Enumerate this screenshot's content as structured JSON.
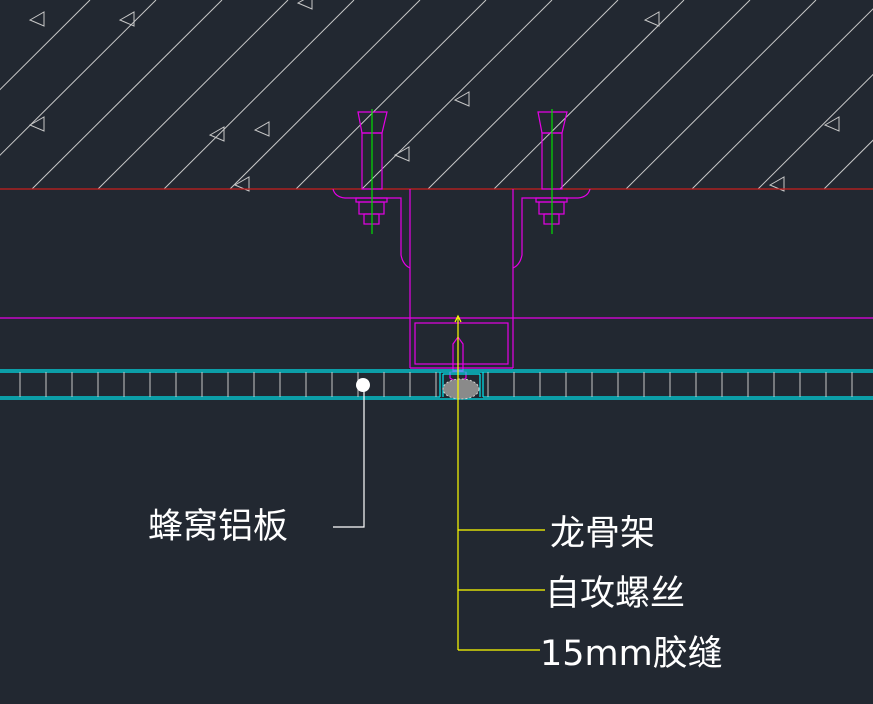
{
  "labels": {
    "panel": "蜂窝铝板",
    "keel": "龙骨架",
    "screw": "自攻螺丝",
    "joint": "15mm胶缝"
  },
  "colors": {
    "background": "#222831",
    "hatch": "#c8c8c8",
    "slab_edge": "#c81e1e",
    "steel": "#e600e6",
    "panel": "#00e5ee",
    "centerline": "#00e000",
    "leader": "#ffff00",
    "text": "#ffffff"
  }
}
